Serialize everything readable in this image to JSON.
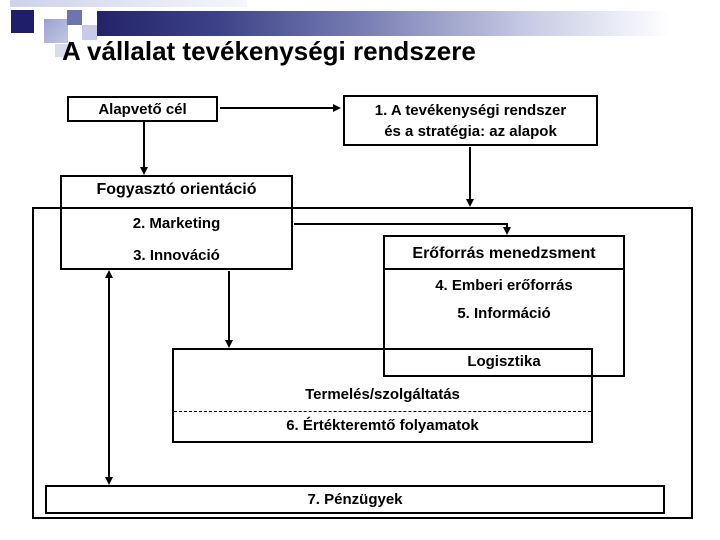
{
  "title": "A vállalat tevékenységi rendszere",
  "boxes": {
    "alapveto_cel": "Alapvető cél",
    "box1": {
      "line1": "1. A tevékenységi rendszer",
      "line2": "és a stratégia: az alapok"
    },
    "fogyaszto": {
      "header": "Fogyasztó orientáció",
      "marketing": "2. Marketing",
      "innovacio": "3. Innováció"
    },
    "eroforras": {
      "header": "Erőforrás menedzsment",
      "emberi": "4. Emberi erőforrás",
      "informacio": "5. Információ",
      "logisztika": "Logisztika"
    },
    "folyamatok": {
      "termeles": "Termelés/szolgáltatás",
      "ertekteremto": "6. Értékteremtő folyamatok"
    },
    "penzugyek": "7. Pénzügyek"
  },
  "colors": {
    "accent_navy": "#1e1e6a",
    "periwinkle": "#a9b0d8",
    "line": "#000000",
    "background": "#ffffff"
  }
}
